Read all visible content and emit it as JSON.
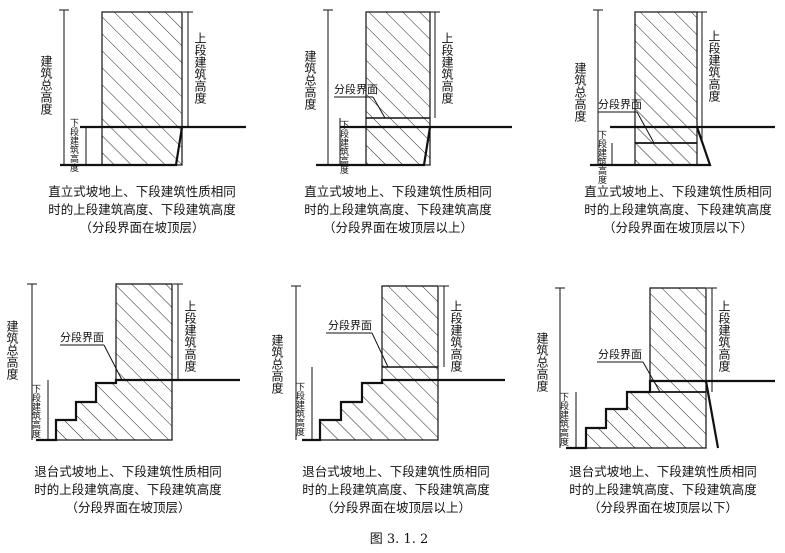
{
  "labels": {
    "total_height": "建筑总高度",
    "upper_height": "上段建筑高度",
    "lower_height": "下段建筑高度",
    "interface": "分段界面"
  },
  "panels": [
    {
      "id": "straight-at-top",
      "caption": [
        "直立式坡地上、下段建筑性质相同",
        "时的上段建筑高度、下段建筑高度",
        "（分段界面在坡顶层）"
      ]
    },
    {
      "id": "straight-above-top",
      "caption": [
        "直立式坡地上、下段建筑性质相同",
        "时的上段建筑高度、下段建筑高度",
        "（分段界面在坡顶层以上）"
      ]
    },
    {
      "id": "straight-below-top",
      "caption": [
        "直立式坡地上、下段建筑性质相同",
        "时的上段建筑高度、下段建筑高度",
        "（分段界面在坡顶层以下）"
      ]
    },
    {
      "id": "terraced-at-top",
      "caption": [
        "退台式坡地上、下段建筑性质相同",
        "时的上段建筑高度、下段建筑高度",
        "（分段界面在坡顶层）"
      ]
    },
    {
      "id": "terraced-above-top",
      "caption": [
        "退台式坡地上、下段建筑性质相同",
        "时的上段建筑高度、下段建筑高度",
        "（分段界面在坡顶层以上）"
      ]
    },
    {
      "id": "terraced-below-top",
      "caption": [
        "退台式坡地上、下段建筑性质相同",
        "时的上段建筑高度、下段建筑高度",
        "（分段界面在坡顶层以下）"
      ]
    }
  ],
  "figure_number": "图 3. 1. 2"
}
